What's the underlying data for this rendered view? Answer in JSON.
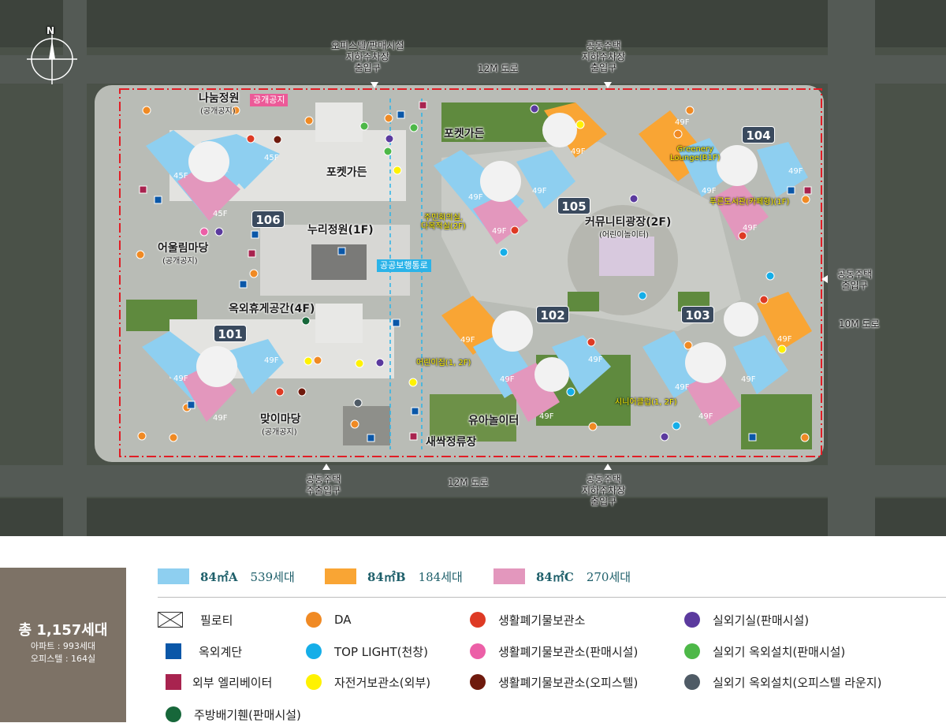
{
  "map": {
    "compass": "N",
    "roads": {
      "north": "12M 도로",
      "south": "12M 도로",
      "east": "10M 도로"
    },
    "entrances": {
      "north_office": "오피스텔/판매시설\n지하주차장\n출입구",
      "north_housing": "공동주택\n지하주차장\n출입구",
      "east_housing": "공동주택\n출입구",
      "south_housing_main": "공동주택\n주출입구",
      "south_housing_parking": "공동주택\n지하주차장\n출입구"
    },
    "buildings": [
      "101",
      "102",
      "103",
      "104",
      "105",
      "106"
    ],
    "places": {
      "naneum": "나눔정원",
      "naneum_sub": "(공개공지)",
      "public_tag": "공개공지",
      "pocket1": "포켓가든",
      "pocket2": "포켓가든",
      "nuri": "누리정원(1F)",
      "eoulrim": "어울림마당",
      "eoulrim_sub": "(공개공지)",
      "rooftop": "옥외휴게공간(4F)",
      "majii": "맞이마당",
      "majii_sub": "(공개공지)",
      "walkway": "공공보행통로",
      "community": "커뮤니티광장(2F)",
      "community_sub": "(어린이놀이터)",
      "playground": "유아놀이터",
      "saessak": "새싹정류장"
    },
    "facilities": {
      "residents": "주민회의실,\n다목적실(2F)",
      "daycare": "어린이집(1, 2F)",
      "senior": "시니어클럽(1, 2F)",
      "library": "푸른도서관(카페형)(1F)",
      "greenery": "Greenery\nLounge(B1F)"
    },
    "floor_label": "45F",
    "floor_label_b": "49F"
  },
  "legend": {
    "total": {
      "title": "총 1,157세대",
      "apt": "아파트 : 993세대",
      "officetel": "오피스텔 : 164실"
    },
    "units": [
      {
        "area": "84㎡A",
        "count": "539세대",
        "color": "#8ecff0"
      },
      {
        "area": "84㎡B",
        "count": "184세대",
        "color": "#f9a534"
      },
      {
        "area": "84㎡C",
        "count": "270세대",
        "color": "#e397bd"
      }
    ],
    "keys": {
      "piloti": "필로티",
      "stairs": "옥외계단",
      "elevator": "외부 엘리베이터",
      "kitchen": "주방배기휀(판매시설)",
      "da": "DA",
      "toplight": "TOP LIGHT(천창)",
      "bike": "자전거보관소(외부)",
      "waste": "생활폐기물보관소",
      "waste_sales": "생활폐기물보관소(판매시설)",
      "waste_office": "생활폐기물보관소(오피스텔)",
      "outdoor_sales": "실외기실(판매시설)",
      "outdoor_install_sales": "실외기 옥외설치(판매시설)",
      "outdoor_install_office": "실외기 옥외설치(오피스텔 라운지)"
    },
    "colors": {
      "stairs": "#0a57a8",
      "elevator": "#a8234f",
      "kitchen": "#17673a",
      "da": "#f08a24",
      "toplight": "#15aee8",
      "bike": "#fff200",
      "waste": "#de3a24",
      "waste_sales": "#ec5fa7",
      "waste_office": "#6f1a0d",
      "outdoor_sales": "#5b3a9e",
      "outdoor_install_sales": "#4db848",
      "outdoor_install_office": "#4f5b66"
    }
  }
}
